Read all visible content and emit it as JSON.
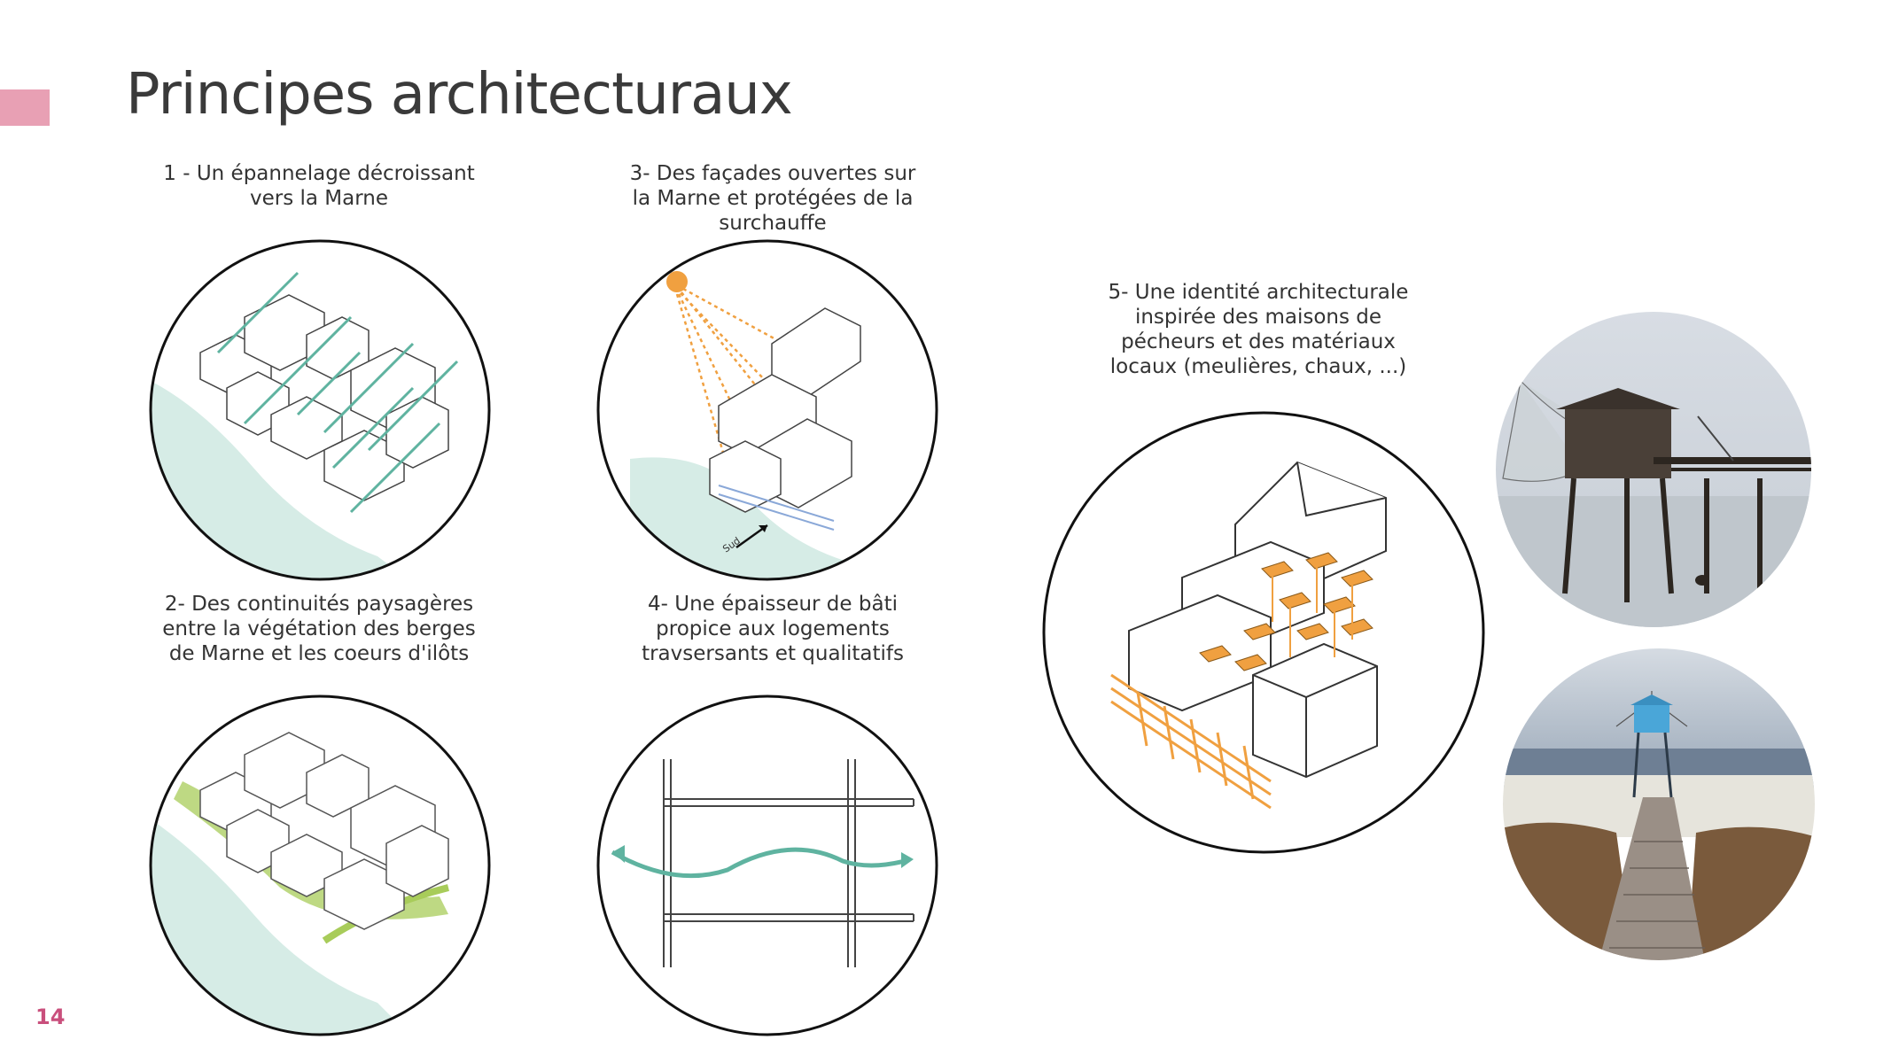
{
  "page": {
    "title": "Principes architecturaux",
    "number": "14",
    "accent_color": "#e8a0b4",
    "number_color": "#c94f7c"
  },
  "principles": [
    {
      "caption_lines": [
        "1 - Un épannelage décroissant",
        "vers la Marne"
      ],
      "icon": "stepped-massing-diagram"
    },
    {
      "caption_lines": [
        "2- Des continuités paysagères",
        "entre la végétation des berges",
        "de Marne et les coeurs d'ilôts"
      ],
      "icon": "landscape-continuity-diagram"
    },
    {
      "caption_lines": [
        "3- Des façades ouvertes sur",
        "la Marne et protégées de la",
        "surchauffe"
      ],
      "icon": "sun-orientation-diagram"
    },
    {
      "caption_lines": [
        "4- Une épaisseur de bâti",
        "propice aux logements",
        "travsersants et qualitatifs"
      ],
      "icon": "cross-ventilation-diagram"
    },
    {
      "caption_lines": [
        "5- Une identité architecturale",
        "inspirée des maisons de",
        "pécheurs et des matériaux",
        "locaux (meulières, chaux, ...)"
      ],
      "icon": "fisherman-house-axonometric"
    }
  ],
  "diagram_labels": {
    "south": "Sud"
  },
  "colors": {
    "river": "#cfe8e2",
    "arrow_teal": "#5fb3a0",
    "sun_orange": "#f0a040",
    "vegetation_green": "#a8cc5a"
  },
  "photos": [
    {
      "icon": "stilt-fishing-hut-photo"
    },
    {
      "icon": "blue-fishing-hut-pier-photo"
    }
  ]
}
